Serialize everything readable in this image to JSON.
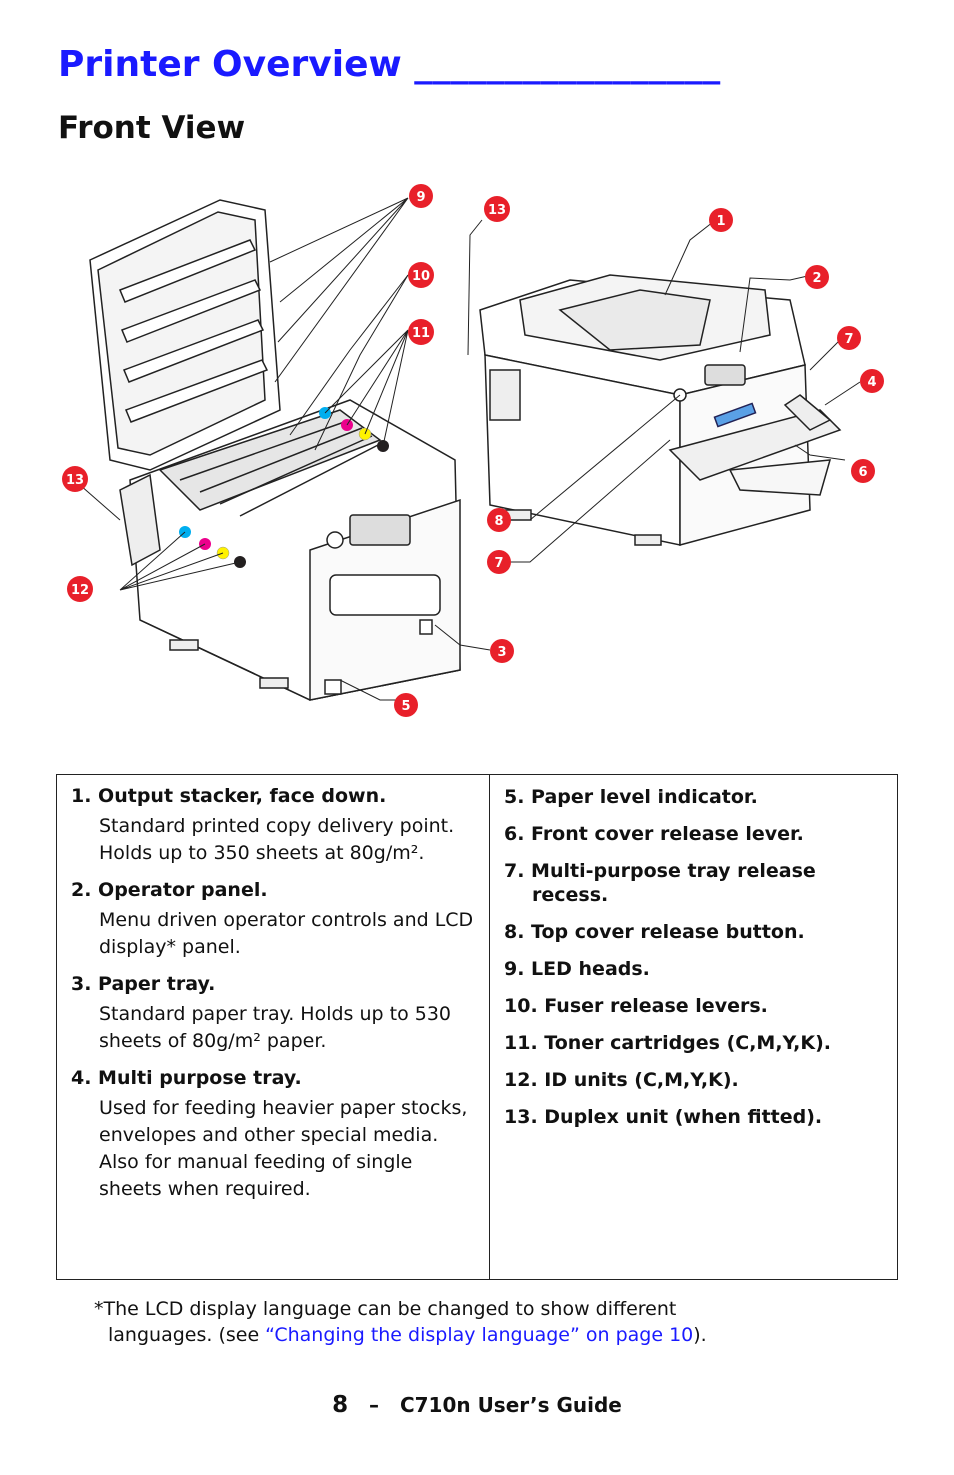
{
  "page": {
    "title": "Printer Overview _________________",
    "subtitle": "Front View"
  },
  "figure": {
    "callouts": [
      "1",
      "2",
      "3",
      "4",
      "5",
      "6",
      "7",
      "8",
      "9",
      "10",
      "11",
      "12",
      "13"
    ],
    "badge_color": "#e8202a",
    "toner_colors": {
      "cyan": "#00aeef",
      "magenta": "#ec008c",
      "yellow": "#fff200",
      "black": "#231f20"
    }
  },
  "legend": {
    "left": [
      {
        "title": "1. Output stacker, face down.",
        "desc": "Standard printed copy delivery point. Holds up to 350 sheets at 80g/m²."
      },
      {
        "title": "2. Operator panel.",
        "desc": "Menu driven operator controls and LCD display* panel."
      },
      {
        "title": "3. Paper tray.",
        "desc": "Standard paper tray. Holds up to 530 sheets of 80g/m² paper."
      },
      {
        "title": "4. Multi purpose tray.",
        "desc": "Used for feeding heavier paper stocks, envelopes and other special media. Also for manual feeding of single sheets when required."
      }
    ],
    "right": [
      "5. Paper level indicator.",
      "6. Front cover release lever.",
      "7. Multi-purpose tray release recess.",
      "8. Top cover release button.",
      "9. LED heads.",
      "10. Fuser release levers.",
      "11. Toner cartridges (C,M,Y,K).",
      "12. ID units (C,M,Y,K).",
      "13. Duplex unit (when fitted)."
    ]
  },
  "footnote": {
    "line1": "*The LCD display language can be changed to show different",
    "line2_prefix": "languages. (see ",
    "link": "“Changing the display language” on page 10",
    "line2_suffix": ")."
  },
  "footer": {
    "page_number": "8",
    "separator": "–",
    "guide": "C710n User’s Guide"
  }
}
